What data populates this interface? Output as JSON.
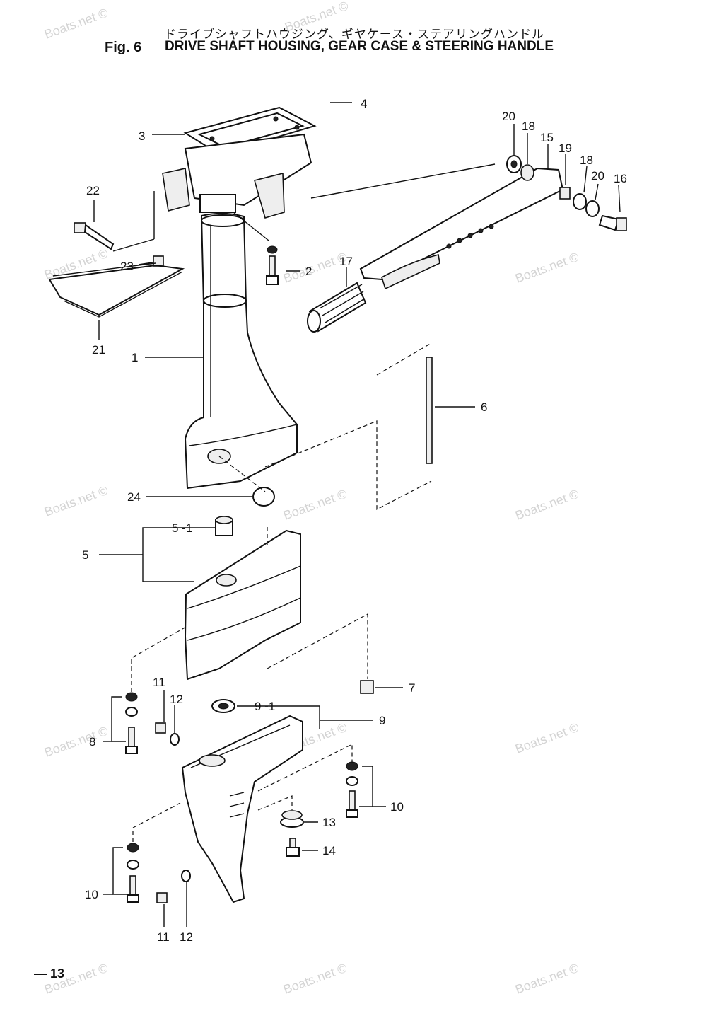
{
  "header": {
    "title_jp": "ドライブシャフトハウジング、ギヤケース・ステアリングハンドル",
    "fig_label": "Fig. 6",
    "title_en": "DRIVE SHAFT HOUSING, GEAR CASE & STEERING HANDLE"
  },
  "footer": {
    "page_number": "13"
  },
  "watermark": {
    "text": "Boats.net ©",
    "color": "#d4d4d4"
  },
  "callouts": {
    "c1": "1",
    "c2": "2",
    "c3": "3",
    "c4": "4",
    "c5": "5",
    "c5_1": "5 -1",
    "c6": "6",
    "c7": "7",
    "c8": "8",
    "c9": "9",
    "c9_1": "9 -1",
    "c10a": "10",
    "c10b": "10",
    "c11a": "11",
    "c11b": "11",
    "c12a": "12",
    "c12b": "12",
    "c13": "13",
    "c14": "14",
    "c15": "15",
    "c16": "16",
    "c17": "17",
    "c18a": "18",
    "c18b": "18",
    "c19": "19",
    "c20a": "20",
    "c20b": "20",
    "c21": "21",
    "c22": "22",
    "c23": "23",
    "c24": "24"
  }
}
